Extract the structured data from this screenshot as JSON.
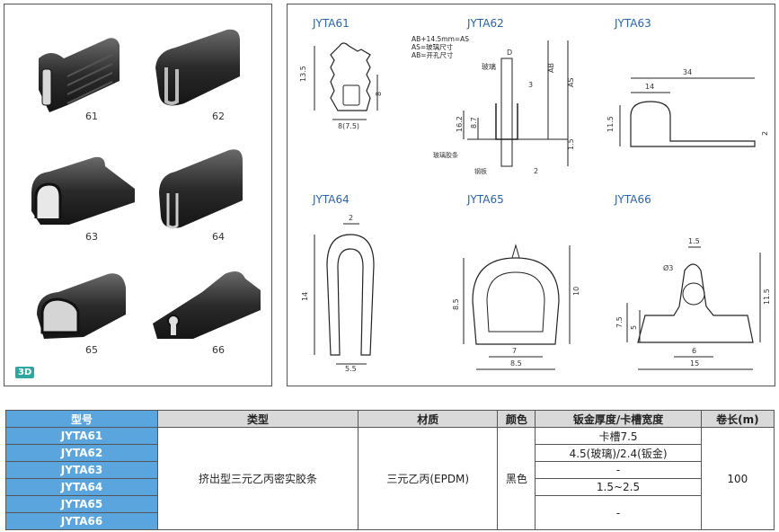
{
  "products_3d": [
    {
      "id": "61",
      "label": "61"
    },
    {
      "id": "62",
      "label": "62"
    },
    {
      "id": "63",
      "label": "63"
    },
    {
      "id": "64",
      "label": "64"
    },
    {
      "id": "65",
      "label": "65"
    },
    {
      "id": "66",
      "label": "66"
    }
  ],
  "badge": "3D",
  "drawings": {
    "jyta61": {
      "title": "JYTA61",
      "dims": [
        "13.5",
        "8",
        "8(7.5)"
      ]
    },
    "jyta62": {
      "title": "JYTA62",
      "note": [
        "AB+14.5mm=AS",
        "AS=玻璃尺寸",
        "AB=开孔尺寸"
      ],
      "dims": [
        "D",
        "玻璃",
        "AB",
        "AS",
        "3",
        "16.2",
        "8.7",
        "1.5",
        "2"
      ],
      "labels": [
        "玻璃胶条",
        "钢板"
      ]
    },
    "jyta63": {
      "title": "JYTA63",
      "dims": [
        "34",
        "14",
        "11.5",
        "2"
      ]
    },
    "jyta64": {
      "title": "JYTA64",
      "dims": [
        "2",
        "14",
        "5.5"
      ]
    },
    "jyta65": {
      "title": "JYTA65",
      "dims": [
        "8.5",
        "10",
        "7",
        "8.5"
      ]
    },
    "jyta66": {
      "title": "JYTA66",
      "dims": [
        "1.5",
        "Ø3",
        "7.5",
        "5",
        "11.5",
        "6",
        "15"
      ]
    }
  },
  "table": {
    "headers": [
      "型号",
      "类型",
      "材质",
      "颜色",
      "钣金厚度/卡槽宽度",
      "卷长(m)"
    ],
    "models": [
      "JYTA61",
      "JYTA62",
      "JYTA63",
      "JYTA64",
      "JYTA65",
      "JYTA66"
    ],
    "type": "挤出型三元乙丙密实胶条",
    "material": "三元乙丙(EPDM)",
    "color": "黑色",
    "thickness": [
      "卡槽7.5",
      "4.5(玻璃)/2.4(钣金)",
      "-",
      "1.5~2.5",
      "-"
    ],
    "roll_length": "100"
  },
  "colors": {
    "model_cell": "#5ba5df",
    "header": "#d9d9d9",
    "title": "#2a63a8",
    "badge": "#2ea7a0"
  }
}
